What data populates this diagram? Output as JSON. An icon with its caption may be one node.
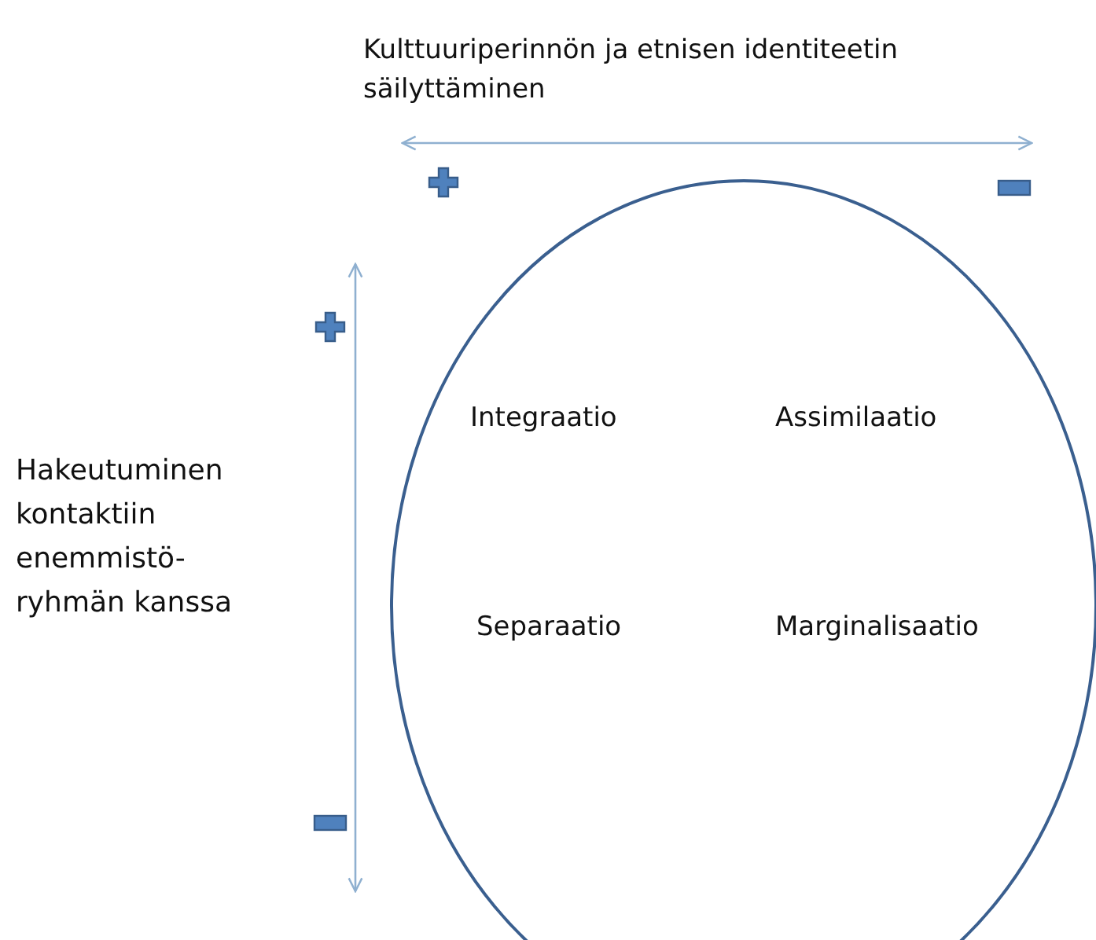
{
  "diagram": {
    "nodes": [
      {
        "text": [
          "Integraatio",
          "Assimilaatio",
          "Separaatio",
          "Marginalisaatio"
        ]
      }
    ],
    "labels": [
      "Kulttuuriperinnön ja etnisen identiteetin säilyttäminen",
      "Hakeutuminen kontaktiin enemmistö-ryhmän kanssa"
    ]
  }
}
